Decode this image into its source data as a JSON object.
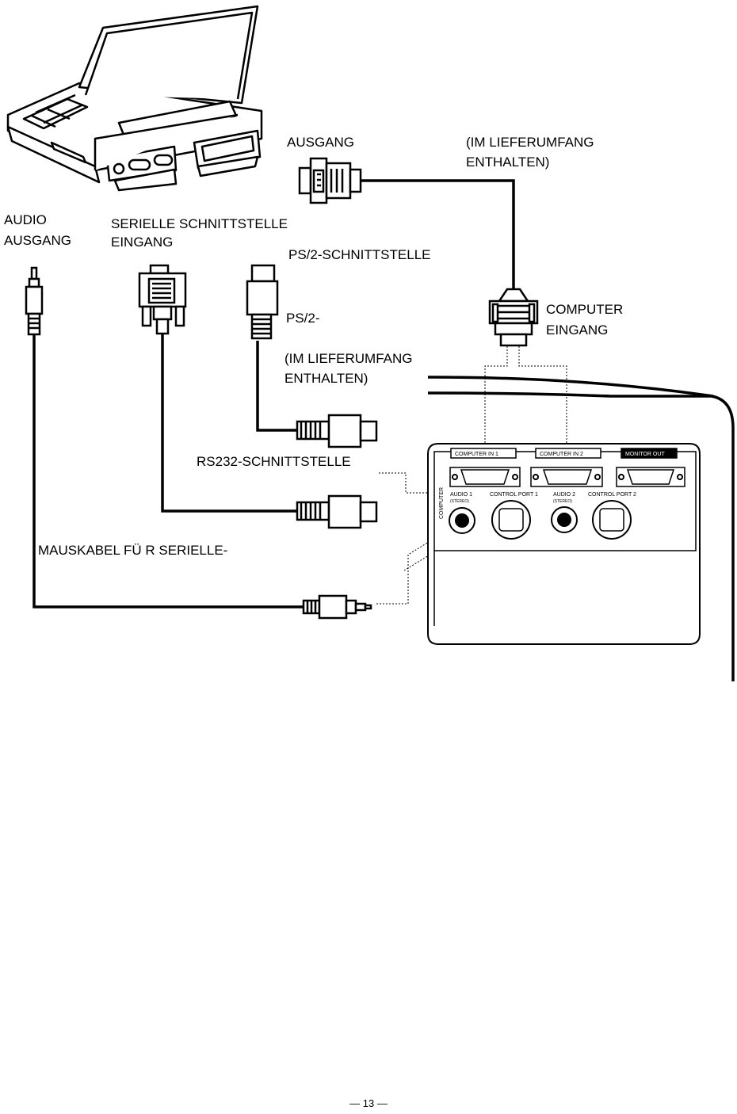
{
  "labels": {
    "ausgang": "AUSGANG",
    "im_lieferumfang_1": "(IM LIEFERUMFANG",
    "enthalten_1": "ENTHALTEN)",
    "audio": "AUDIO",
    "ausgang_audio": "AUSGANG",
    "serielle_schnittstelle": "SERIELLE SCHNITTSTELLE",
    "eingang_serial": "EINGANG",
    "ps2_schnittstelle": "PS/2-SCHNITTSTELLE",
    "ps2": "PS/2-",
    "computer": "COMPUTER",
    "eingang_computer": "EINGANG",
    "im_lieferumfang_2": "(IM LIEFERUMFANG",
    "enthalten_2": "ENTHALTEN)",
    "rs232": "RS232-SCHNITTSTELLE",
    "mauskabel": "MAUSKABEL FÜ R SERIELLE-"
  },
  "panel": {
    "computer_in_1": "COMPUTER IN 1",
    "computer_in_2": "COMPUTER IN 2",
    "monitor_out": "MONITOR OUT",
    "computer_side": "COMPUTER",
    "audio_1": "AUDIO 1",
    "stereo_1": "(STEREO)",
    "control_port_1": "CONTROL PORT 1",
    "audio_2": "AUDIO 2",
    "stereo_2": "(STEREO)",
    "control_port_2": "CONTROL PORT 2"
  },
  "page_number": "— 13 —"
}
